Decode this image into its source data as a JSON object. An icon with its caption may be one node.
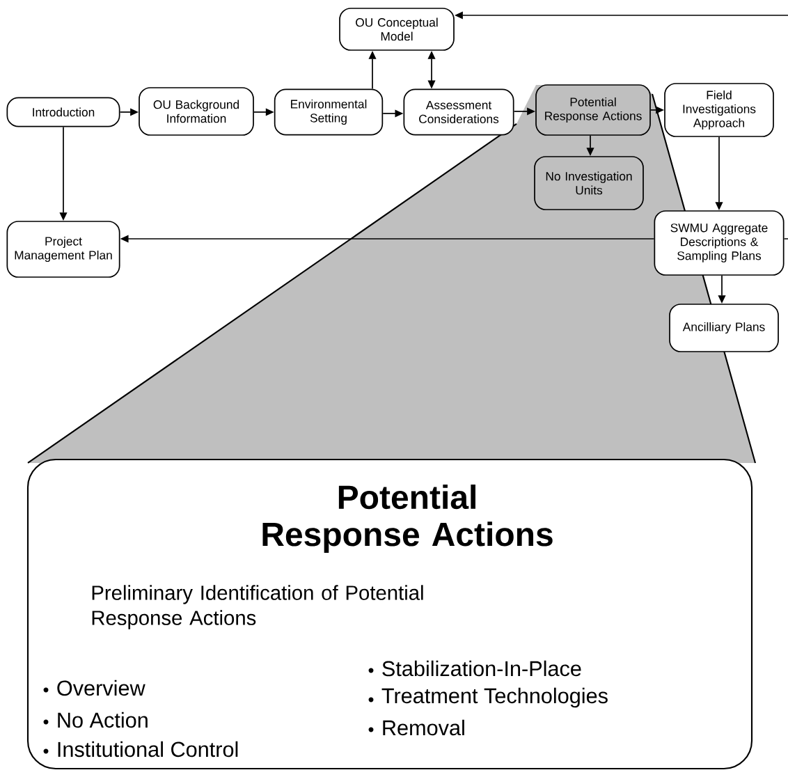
{
  "diagram": {
    "nodes": [
      {
        "text": [
          "Introduction"
        ]
      },
      {
        "text": [
          "OU Background Information"
        ]
      },
      {
        "text": [
          "Environmental Setting"
        ]
      },
      {
        "text": [
          "Assessment Considerations"
        ]
      },
      {
        "text": [
          "OU Conceptual Model"
        ]
      },
      {
        "text": [
          "Potential Response Actions"
        ]
      },
      {
        "text": [
          "Field Investigations Approach"
        ]
      },
      {
        "text": [
          "No Investigation Units"
        ]
      },
      {
        "text": [
          "Project Management Plan"
        ]
      },
      {
        "text": [
          "SWMU Aggregate Descriptions & Sampling Plans"
        ]
      },
      {
        "text": [
          "Ancilliary Plans"
        ]
      },
      {
        "text": [
          "Potential Response Actions",
          "Preliminary Identification of Potential Response Actions",
          "Overview",
          "No Action",
          "Institutional Control",
          "Stabilization-In-Place",
          "Treatment Technologies",
          "Removal"
        ]
      }
    ],
    "edges": [
      {
        "from": 0,
        "to": 1,
        "arrow": "to"
      },
      {
        "from": 1,
        "to": 2,
        "arrow": "to"
      },
      {
        "from": 2,
        "to": 3,
        "arrow": "to"
      },
      {
        "from": 2,
        "to": 4,
        "arrow": "to"
      },
      {
        "from": 3,
        "to": 4,
        "arrow": "both"
      },
      {
        "from": 3,
        "to": 5,
        "arrow": "to"
      },
      {
        "from": 5,
        "to": 6,
        "arrow": "to"
      },
      {
        "from": 5,
        "to": 7,
        "arrow": "to"
      },
      {
        "from": 6,
        "to": 9,
        "arrow": "to"
      },
      {
        "from": 9,
        "to": 10,
        "arrow": "to"
      },
      {
        "from": 0,
        "to": 8,
        "arrow": "to"
      },
      {
        "from": 9,
        "to": 8,
        "arrow": "to"
      },
      {
        "from": null,
        "to": 4,
        "arrow": "to"
      }
    ]
  }
}
